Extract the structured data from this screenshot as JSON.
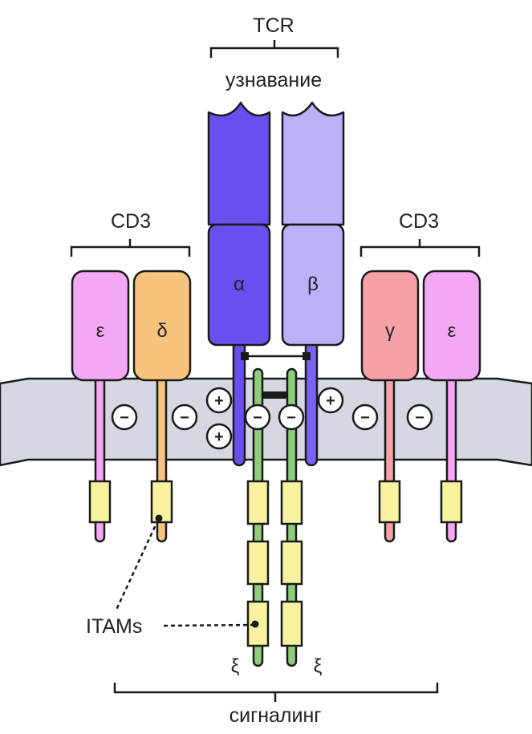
{
  "labels": {
    "tcr": "TCR",
    "recognition": "узнавание",
    "cd3_left": "CD3",
    "cd3_right": "CD3",
    "signaling": "сигналинг",
    "itams": "ITAMs"
  },
  "chains": {
    "epsilon_left": "ε",
    "delta": "δ",
    "alpha": "α",
    "beta": "β",
    "gamma": "γ",
    "epsilon_right": "ε",
    "zeta_left": "ξ",
    "zeta_right": "ξ"
  },
  "charges": {
    "minus": "−",
    "plus": "+"
  },
  "colors": {
    "alpha": "#6a4ff0",
    "beta": "#bcb0fb",
    "epsilon": "#f4a8f4",
    "delta": "#f7c47e",
    "gamma": "#f6a0a8",
    "zeta": "#8fcd7c",
    "itam": "#f6f2a0",
    "membrane": "#d5d8e1"
  }
}
